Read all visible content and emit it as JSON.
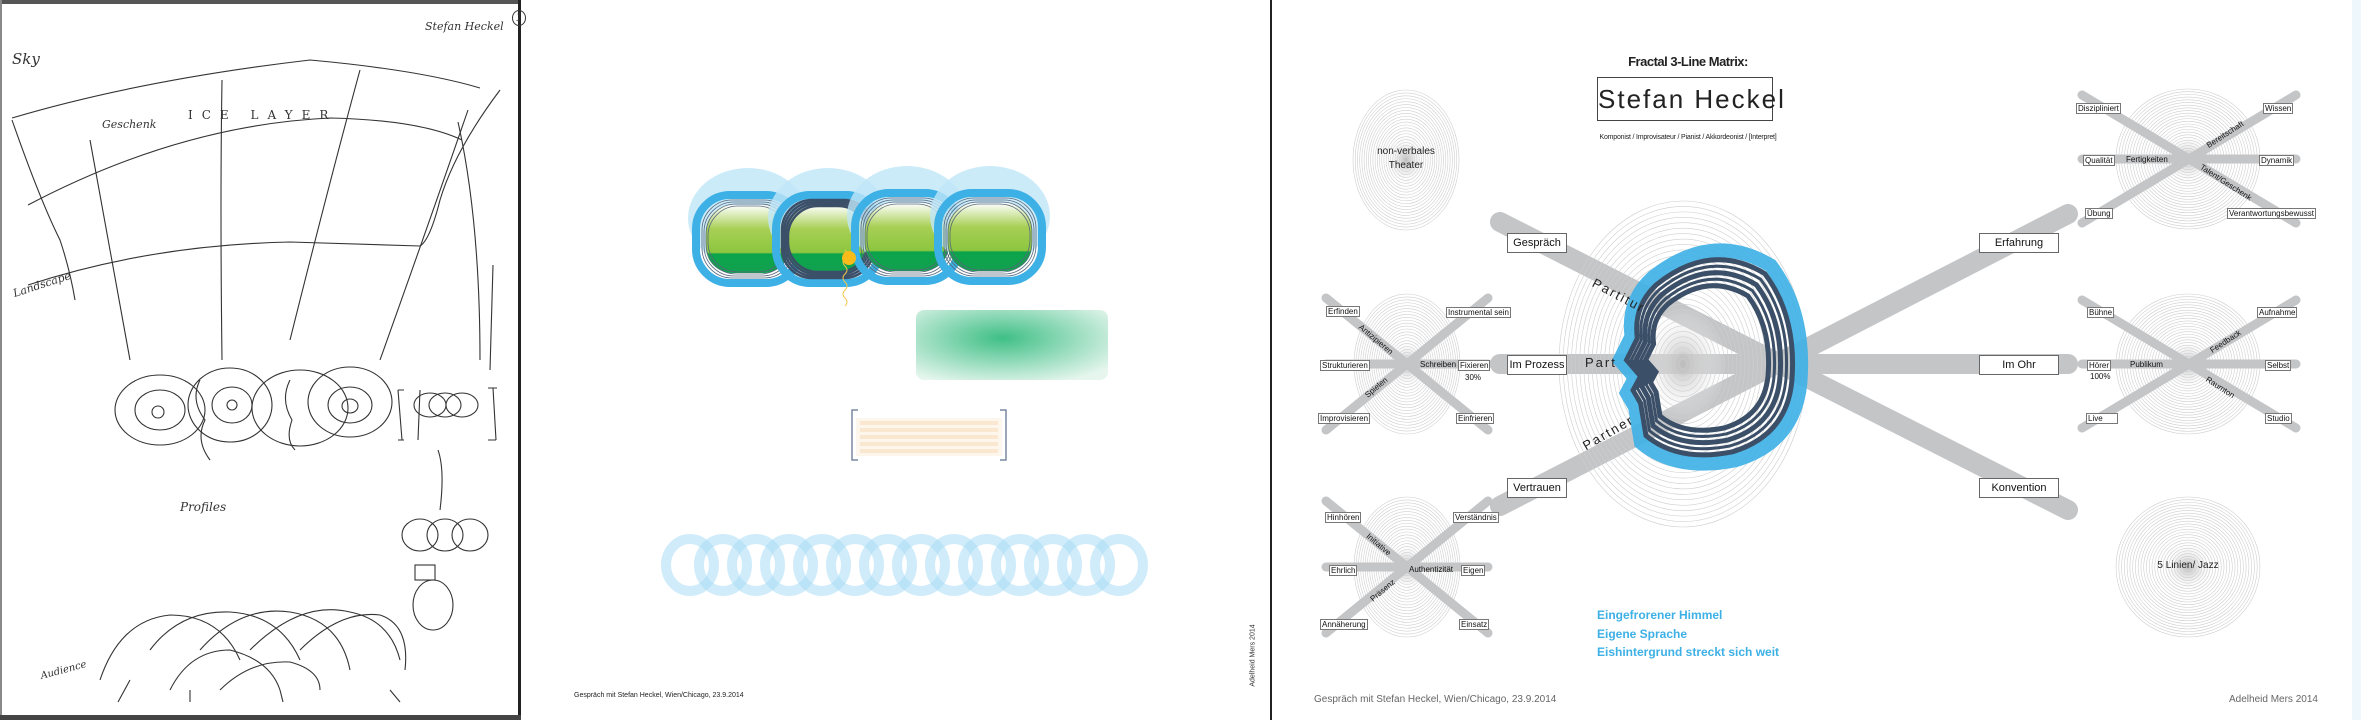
{
  "sketch": {
    "sky": "Sky",
    "geschenk": "Geschenk",
    "ice_layer": "ICE LAYER",
    "signature": "Stefan Heckel",
    "page_number": "1",
    "landscape": "Landscape",
    "profiles": "Profiles",
    "audience": "Audience"
  },
  "collage": {
    "caption": "Gespräch mit Stefan Heckel, Wien/Chicago, 23.9.2014",
    "credit": "Adelheid Mers 2014"
  },
  "matrix": {
    "title": "Fractal 3-Line Matrix:",
    "name": "Stefan Heckel",
    "roles": "Komponist / Improvisateur / Pianist / Akkordeonist / [Interpret]",
    "center": {
      "partitur": "Partitur",
      "part": "Part",
      "partner": "Partner"
    },
    "axes": {
      "gespraech": "Gespräch",
      "erfahrung": "Erfahrung",
      "im_prozess": "Im Prozess",
      "im_ohr": "Im Ohr",
      "vertrauen": "Vertrauen",
      "konvention": "Konvention"
    },
    "circles": {
      "theater_line1": "non-verbales",
      "theater_line2": "Theater",
      "jazz": "5 Linien/ Jazz"
    },
    "cluster_schreiben": {
      "center": "Schreiben",
      "top_left": "Erfinden",
      "top_right": "Instrumental sein",
      "left": "Strukturieren",
      "right": "Fixieren",
      "right_value": "30%",
      "bottom_left": "Improvisieren",
      "bottom_right": "Einfrieren",
      "diag_upper": "Antizipieren",
      "diag_lower": "Spielen"
    },
    "cluster_authentizitaet": {
      "center": "Authentizität",
      "top_left": "Hinhören",
      "top_right": "Verständnis",
      "left": "Ehrlich",
      "right": "Eigen",
      "bottom_left": "Annäherung",
      "bottom_right": "Einsatz",
      "diag_upper": "Initiative",
      "diag_lower": "Präsenz"
    },
    "cluster_fertigkeiten": {
      "center": "Fertigkeiten",
      "top_left": "Diszipliniert",
      "top_right": "Wissen",
      "left": "Qualität",
      "right": "Dynamik",
      "bottom_left": "Übung",
      "bottom_right": "Verantwortungsbewusst",
      "diag_upper": "Bereitschaft",
      "diag_lower": "Talent/Geschenk"
    },
    "cluster_publikum": {
      "center": "Publikum",
      "top_left": "Bühne",
      "top_right": "Aufnahme",
      "left": "Hörer",
      "left_value": "100%",
      "right": "Selbst",
      "bottom_left": "Live",
      "bottom_right": "Studio",
      "diag_upper": "Feedback",
      "diag_lower": "Raumton"
    },
    "blue_notes": [
      "Eingefrorener Himmel",
      "Eigene Sprache",
      "Eishintergrund streckt sich weit"
    ],
    "caption": "Gespräch mit Stefan Heckel, Wien/Chicago, 23.9.2014",
    "credit": "Adelheid Mers 2014"
  },
  "colors": {
    "accent_blue": "#3db0e6",
    "dark_blue": "#3b5068",
    "band_gray": "#c4c5c7",
    "green": "#8cc63f"
  }
}
